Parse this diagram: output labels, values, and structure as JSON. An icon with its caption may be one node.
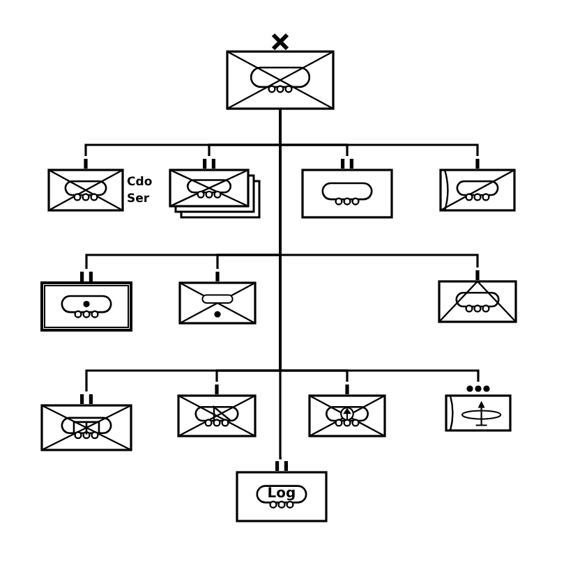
{
  "diagram": {
    "nodes": [
      {
        "text": [],
        "shape": "box"
      },
      {
        "text": [],
        "shape": "box",
        "beside": [
          "Cdo Ser"
        ]
      },
      {
        "text": [],
        "shape": "box"
      },
      {
        "text": [],
        "shape": "box"
      },
      {
        "text": [],
        "shape": "box"
      },
      {
        "text": [],
        "shape": "box"
      },
      {
        "text": [],
        "shape": "box"
      },
      {
        "text": [],
        "shape": "box"
      },
      {
        "text": [],
        "shape": "box"
      },
      {
        "text": [],
        "shape": "box"
      },
      {
        "text": [],
        "shape": "box"
      },
      {
        "text": [],
        "shape": "box"
      },
      {
        "text": [
          "Log"
        ]
      }
    ],
    "edges": [
      {
        "from": 0,
        "to": 1,
        "arrow": "none"
      },
      {
        "from": 0,
        "to": 2,
        "arrow": "none"
      },
      {
        "from": 0,
        "to": 3,
        "arrow": "none"
      },
      {
        "from": 0,
        "to": 4,
        "arrow": "none"
      },
      {
        "from": 0,
        "to": 5,
        "arrow": "none"
      },
      {
        "from": 0,
        "to": 6,
        "arrow": "none"
      },
      {
        "from": 0,
        "to": 7,
        "arrow": "none"
      },
      {
        "from": 0,
        "to": 8,
        "arrow": "none"
      },
      {
        "from": 0,
        "to": 9,
        "arrow": "none"
      },
      {
        "from": 0,
        "to": 10,
        "arrow": "none"
      },
      {
        "from": 0,
        "to": 11,
        "arrow": "none"
      },
      {
        "from": 0,
        "to": 12,
        "arrow": "none"
      }
    ]
  }
}
